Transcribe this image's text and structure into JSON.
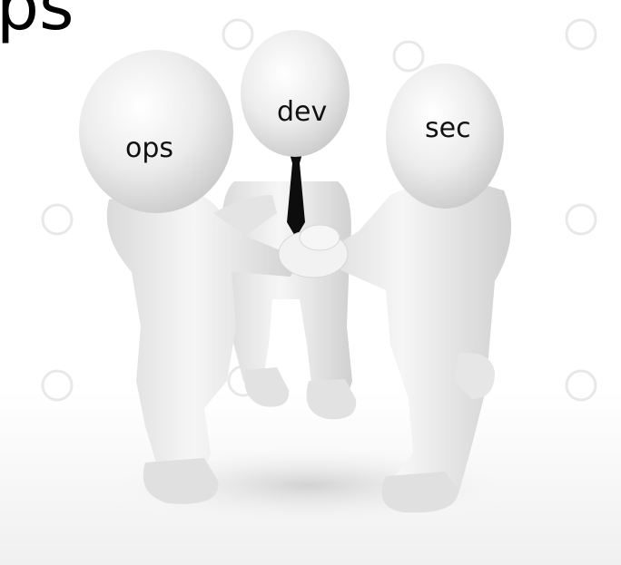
{
  "title_fragment": "ps",
  "labels": {
    "ops": "ops",
    "dev": "dev",
    "sec": "sec"
  },
  "colors": {
    "background": "#ffffff",
    "figure": "#eeeeee",
    "tie": "#0d0d0d",
    "text": "#111111"
  },
  "scene_description_icons": [
    "three-figures-handshake",
    "watermark-icon"
  ]
}
